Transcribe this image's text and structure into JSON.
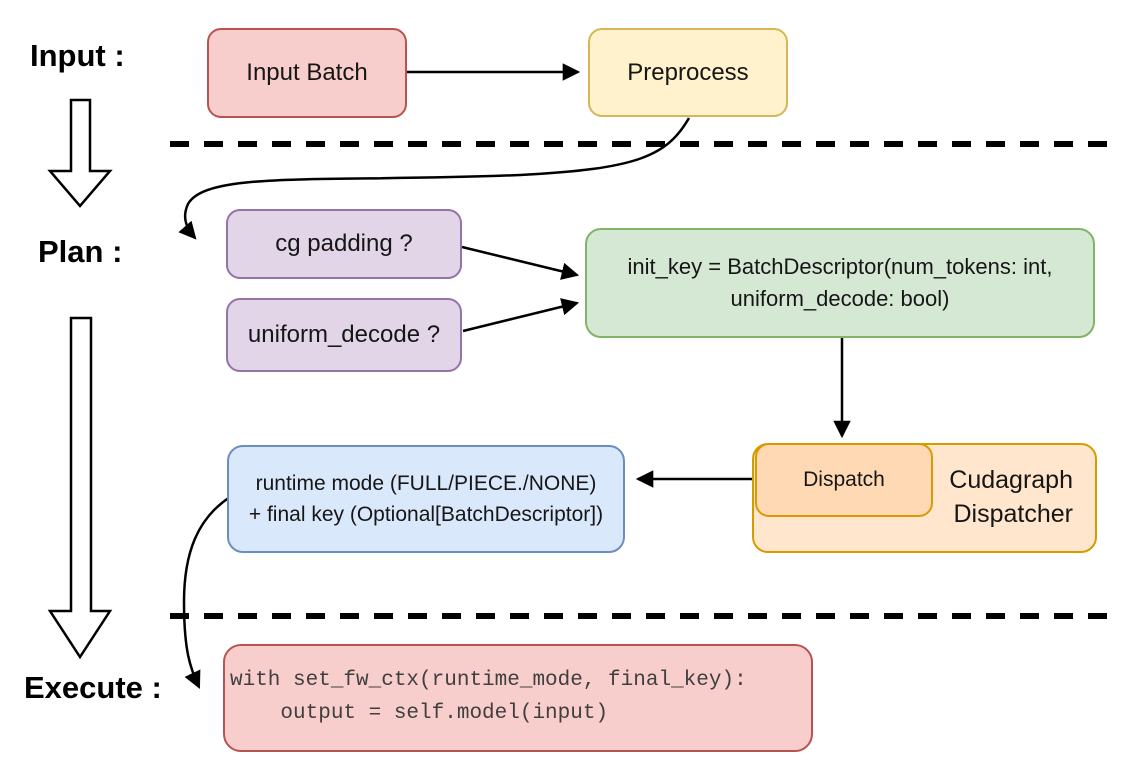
{
  "diagram": {
    "stage_labels": {
      "input": "Input :",
      "plan": "Plan :",
      "execute": "Execute :"
    },
    "nodes": {
      "input_batch": {
        "label": "Input Batch"
      },
      "preprocess": {
        "label": "Preprocess"
      },
      "cg_padding": {
        "label": "cg padding ?"
      },
      "uniform_decode": {
        "label": "uniform_decode ?"
      },
      "init_key": {
        "line1": "init_key = BatchDescriptor(num_tokens: int,",
        "line2": "uniform_decode: bool)"
      },
      "dispatch": {
        "label": "Dispatch"
      },
      "cudagraph_dispatcher": {
        "line1": "Cudagraph",
        "line2": "Dispatcher"
      },
      "runtime_mode": {
        "line1": "runtime mode (FULL/PIECE./NONE)",
        "line2": "+ final key (Optional[BatchDescriptor])"
      },
      "execute_code": {
        "line1": "with set_fw_ctx(runtime_mode, final_key):",
        "line2": "    output = self.model(input)"
      }
    },
    "colors": {
      "red_fill": "#f8cecc",
      "red_stroke": "#b85450",
      "yellow_fill": "#fff2cc",
      "yellow_stroke": "#d6b656",
      "purple_fill": "#e1d5e7",
      "purple_stroke": "#9673a6",
      "green_fill": "#d5e8d4",
      "green_stroke": "#82b366",
      "orange_fill": "#ffe6cc",
      "orange_inner_fill": "#ffd9b3",
      "orange_stroke": "#d79b00",
      "blue_fill": "#dae8fc",
      "blue_stroke": "#6c8ebf",
      "connector": "#000000"
    }
  }
}
